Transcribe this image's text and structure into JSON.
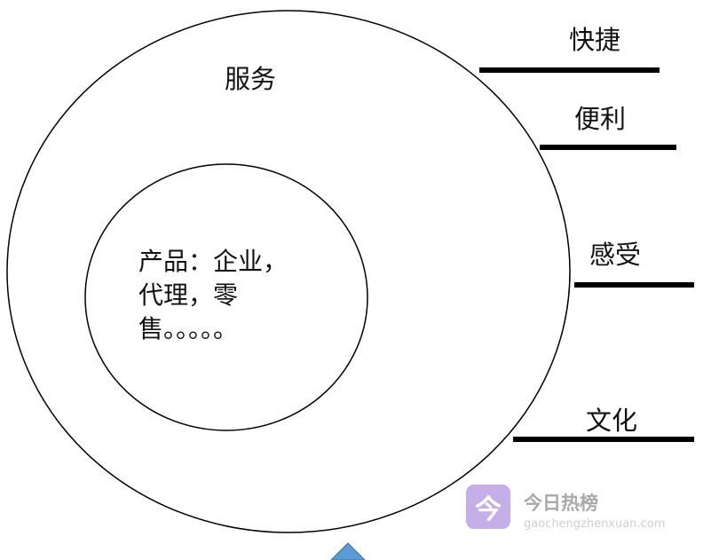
{
  "outer_label": "服务",
  "inner_text": [
    "产品：企业，",
    "代理，零",
    "售。。。。。"
  ],
  "attributes": [
    "快捷",
    "便利",
    "感受",
    "文化"
  ],
  "watermark": {
    "icon_char": "今",
    "title": "今日热榜",
    "url": "gaochengzhenxuan.com"
  },
  "colors": {
    "line": "#000000",
    "triangle": "#5b9bd5",
    "watermark_icon": "#c6aee9"
  }
}
